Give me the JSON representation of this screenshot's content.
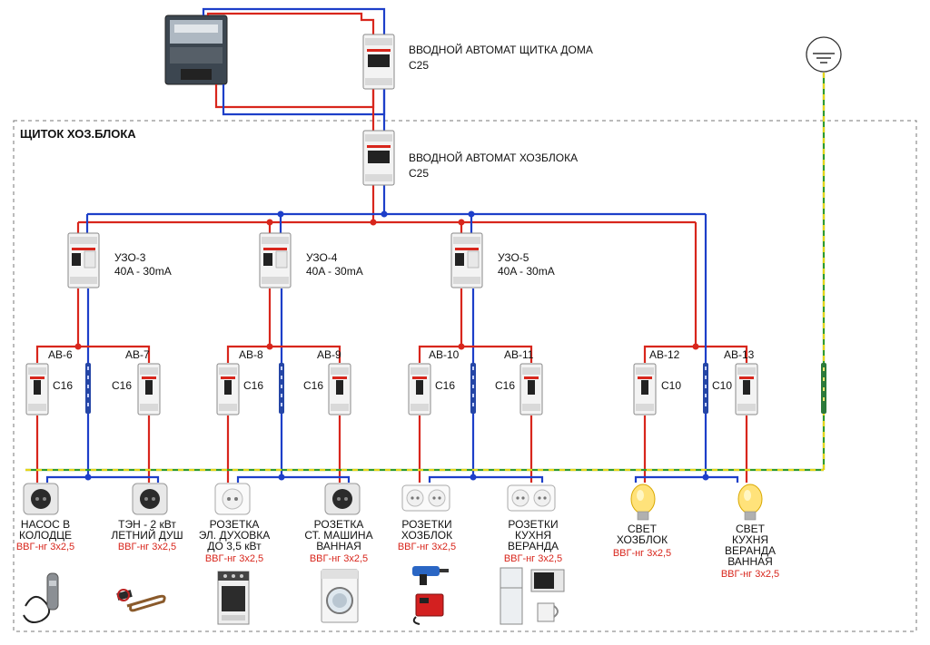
{
  "panel_title": "ЩИТОК ХОЗ.БЛОКА",
  "main_breaker": {
    "title": "ВВОДНОЙ АВТОМАТ ЩИТКА ДОМА",
    "rating": "C25"
  },
  "outbuilding_breaker": {
    "title": "ВВОДНОЙ АВТОМАТ ХОЗБЛОКА",
    "rating": "C25"
  },
  "rcds": [
    {
      "name": "УЗО-3",
      "rating": "40A - 30mA"
    },
    {
      "name": "УЗО-4",
      "rating": "40A - 30mA"
    },
    {
      "name": "УЗО-5",
      "rating": "40A - 30mA"
    }
  ],
  "breakers": [
    {
      "name": "АВ-6",
      "rating": "C16"
    },
    {
      "name": "АВ-7",
      "rating": "C16"
    },
    {
      "name": "АВ-8",
      "rating": "C16"
    },
    {
      "name": "АВ-9",
      "rating": "C16"
    },
    {
      "name": "АВ-10",
      "rating": "C16"
    },
    {
      "name": "АВ-11",
      "rating": "C16"
    },
    {
      "name": "АВ-12",
      "rating": "C10"
    },
    {
      "name": "АВ-13",
      "rating": "C10"
    }
  ],
  "consumers": [
    {
      "lines": [
        "НАСОС В",
        "КОЛОДЦЕ"
      ],
      "cable": "ВВГ-нг 3х2,5",
      "icon": "socket-icon",
      "image": "pump-icon"
    },
    {
      "lines": [
        "ТЭН - 2 кВт",
        "ЛЕТНИЙ ДУШ"
      ],
      "cable": "ВВГ-нг 3х2,5",
      "icon": "socket-icon",
      "image": "heater-element-icon"
    },
    {
      "lines": [
        "РОЗЕТКА",
        "ЭЛ. ДУХОВКА",
        "ДО 3,5 кВт"
      ],
      "cable": "ВВГ-нг 3х2,5",
      "icon": "socket-icon",
      "image": "oven-icon"
    },
    {
      "lines": [
        "РОЗЕТКА",
        "СТ. МАШИНА",
        "ВАННАЯ"
      ],
      "cable": "ВВГ-нг 3х2,5",
      "icon": "socket-icon",
      "image": "washing-machine-icon"
    },
    {
      "lines": [
        "РОЗЕТКИ",
        "ХОЗБЛОК"
      ],
      "cable": "ВВГ-нг 3х2,5",
      "icon": "double-socket-icon",
      "image": "power-tools-icon"
    },
    {
      "lines": [
        "РОЗЕТКИ",
        "КУХНЯ",
        "ВЕРАНДА"
      ],
      "cable": "ВВГ-нг 3х2,5",
      "icon": "double-socket-icon",
      "image": "kitchen-appliances-icon"
    },
    {
      "lines": [
        "СВЕТ",
        "ХОЗБЛОК"
      ],
      "cable": "ВВГ-нг 3х2,5",
      "icon": "light-bulb-icon",
      "image": ""
    },
    {
      "lines": [
        "СВЕТ",
        "КУХНЯ",
        "ВЕРАНДА",
        "ВАННАЯ"
      ],
      "cable": "ВВГ-нг 3х2,5",
      "icon": "light-bulb-icon",
      "image": ""
    }
  ],
  "colors": {
    "phase": "#d8261c",
    "neutral": "#1d3fc9",
    "earth_green": "#2f9a2f",
    "earth_yellow": "#e6d51a",
    "label_red": "#d8261c"
  }
}
